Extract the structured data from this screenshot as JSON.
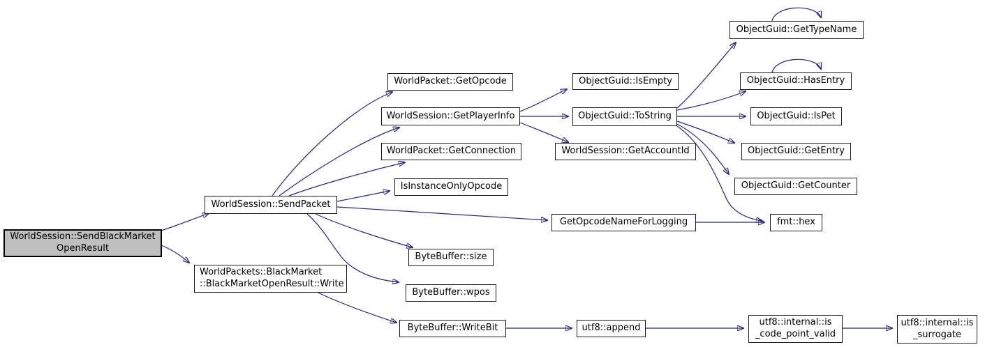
{
  "diagram_type": "doxygen-call-graph",
  "colors": {
    "background": "#ffffff",
    "edge": "#26267f",
    "arrowhead": "#191970",
    "node_border": "#1c1c1c",
    "node_fill": "#ffffff",
    "current_node_fill": "#bfbfbf",
    "text": "#000000"
  },
  "nodes": [
    {
      "id": "worldsession-sendblackmarketopenresult",
      "label": "WorldSession::SendBlackMarket\nOpenResult",
      "current": true
    },
    {
      "id": "blackmarketopenresult-write",
      "label": "WorldPackets::BlackMarket\n::BlackMarketOpenResult::Write",
      "current": false
    },
    {
      "id": "worldsession-sendpacket",
      "label": "WorldSession::SendPacket",
      "current": false
    },
    {
      "id": "worldpacket-getopcode",
      "label": "WorldPacket::GetOpcode",
      "current": false
    },
    {
      "id": "worldsession-getplayerinfo",
      "label": "WorldSession::GetPlayerInfo",
      "current": false
    },
    {
      "id": "worldpacket-getconnection",
      "label": "WorldPacket::GetConnection",
      "current": false
    },
    {
      "id": "isinstanceonlyopcode",
      "label": "IsInstanceOnlyOpcode",
      "current": false
    },
    {
      "id": "bytebuffer-size",
      "label": "ByteBuffer::size",
      "current": false
    },
    {
      "id": "bytebuffer-wpos",
      "label": "ByteBuffer::wpos",
      "current": false
    },
    {
      "id": "bytebuffer-writebit",
      "label": "ByteBuffer::WriteBit",
      "current": false
    },
    {
      "id": "getopcodenameforlogging",
      "label": "GetOpcodeNameForLogging",
      "current": false
    },
    {
      "id": "objectguid-isempty",
      "label": "ObjectGuid::IsEmpty",
      "current": false
    },
    {
      "id": "objectguid-tostring",
      "label": "ObjectGuid::ToString",
      "current": false
    },
    {
      "id": "worldsession-getaccountid",
      "label": "WorldSession::GetAccountId",
      "current": false
    },
    {
      "id": "utf8-append",
      "label": "utf8::append",
      "current": false
    },
    {
      "id": "objectguid-gettypename",
      "label": "ObjectGuid::GetTypeName",
      "current": false
    },
    {
      "id": "objectguid-hasentry",
      "label": "ObjectGuid::HasEntry",
      "current": false
    },
    {
      "id": "objectguid-ispet",
      "label": "ObjectGuid::IsPet",
      "current": false
    },
    {
      "id": "objectguid-getentry",
      "label": "ObjectGuid::GetEntry",
      "current": false
    },
    {
      "id": "objectguid-getcounter",
      "label": "ObjectGuid::GetCounter",
      "current": false
    },
    {
      "id": "fmt-hex",
      "label": "fmt::hex",
      "current": false
    },
    {
      "id": "utf8-internal-is-code-point-valid",
      "label": "utf8::internal::is\n_code_point_valid",
      "current": false
    },
    {
      "id": "utf8-internal-is-surrogate",
      "label": "utf8::internal::is\n_surrogate",
      "current": false
    }
  ],
  "edges": [
    {
      "from": "worldsession-sendblackmarketopenresult",
      "to": "worldsession-sendpacket"
    },
    {
      "from": "worldsession-sendblackmarketopenresult",
      "to": "blackmarketopenresult-write"
    },
    {
      "from": "worldsession-sendpacket",
      "to": "worldpacket-getopcode"
    },
    {
      "from": "worldsession-sendpacket",
      "to": "worldsession-getplayerinfo"
    },
    {
      "from": "worldsession-sendpacket",
      "to": "worldpacket-getconnection"
    },
    {
      "from": "worldsession-sendpacket",
      "to": "isinstanceonlyopcode"
    },
    {
      "from": "worldsession-sendpacket",
      "to": "getopcodenameforlogging"
    },
    {
      "from": "worldsession-sendpacket",
      "to": "bytebuffer-size"
    },
    {
      "from": "worldsession-sendpacket",
      "to": "bytebuffer-wpos"
    },
    {
      "from": "blackmarketopenresult-write",
      "to": "bytebuffer-writebit"
    },
    {
      "from": "worldsession-getplayerinfo",
      "to": "objectguid-isempty"
    },
    {
      "from": "worldsession-getplayerinfo",
      "to": "objectguid-tostring"
    },
    {
      "from": "worldsession-getplayerinfo",
      "to": "worldsession-getaccountid"
    },
    {
      "from": "objectguid-tostring",
      "to": "objectguid-gettypename"
    },
    {
      "from": "objectguid-tostring",
      "to": "objectguid-hasentry"
    },
    {
      "from": "objectguid-tostring",
      "to": "objectguid-ispet"
    },
    {
      "from": "objectguid-tostring",
      "to": "objectguid-getentry"
    },
    {
      "from": "objectguid-tostring",
      "to": "objectguid-getcounter"
    },
    {
      "from": "objectguid-tostring",
      "to": "fmt-hex"
    },
    {
      "from": "objectguid-gettypename",
      "to": "objectguid-gettypename"
    },
    {
      "from": "objectguid-hasentry",
      "to": "objectguid-hasentry"
    },
    {
      "from": "getopcodenameforlogging",
      "to": "fmt-hex"
    },
    {
      "from": "bytebuffer-writebit",
      "to": "utf8-append"
    },
    {
      "from": "utf8-append",
      "to": "utf8-internal-is-code-point-valid"
    },
    {
      "from": "utf8-internal-is-code-point-valid",
      "to": "utf8-internal-is-surrogate"
    }
  ]
}
